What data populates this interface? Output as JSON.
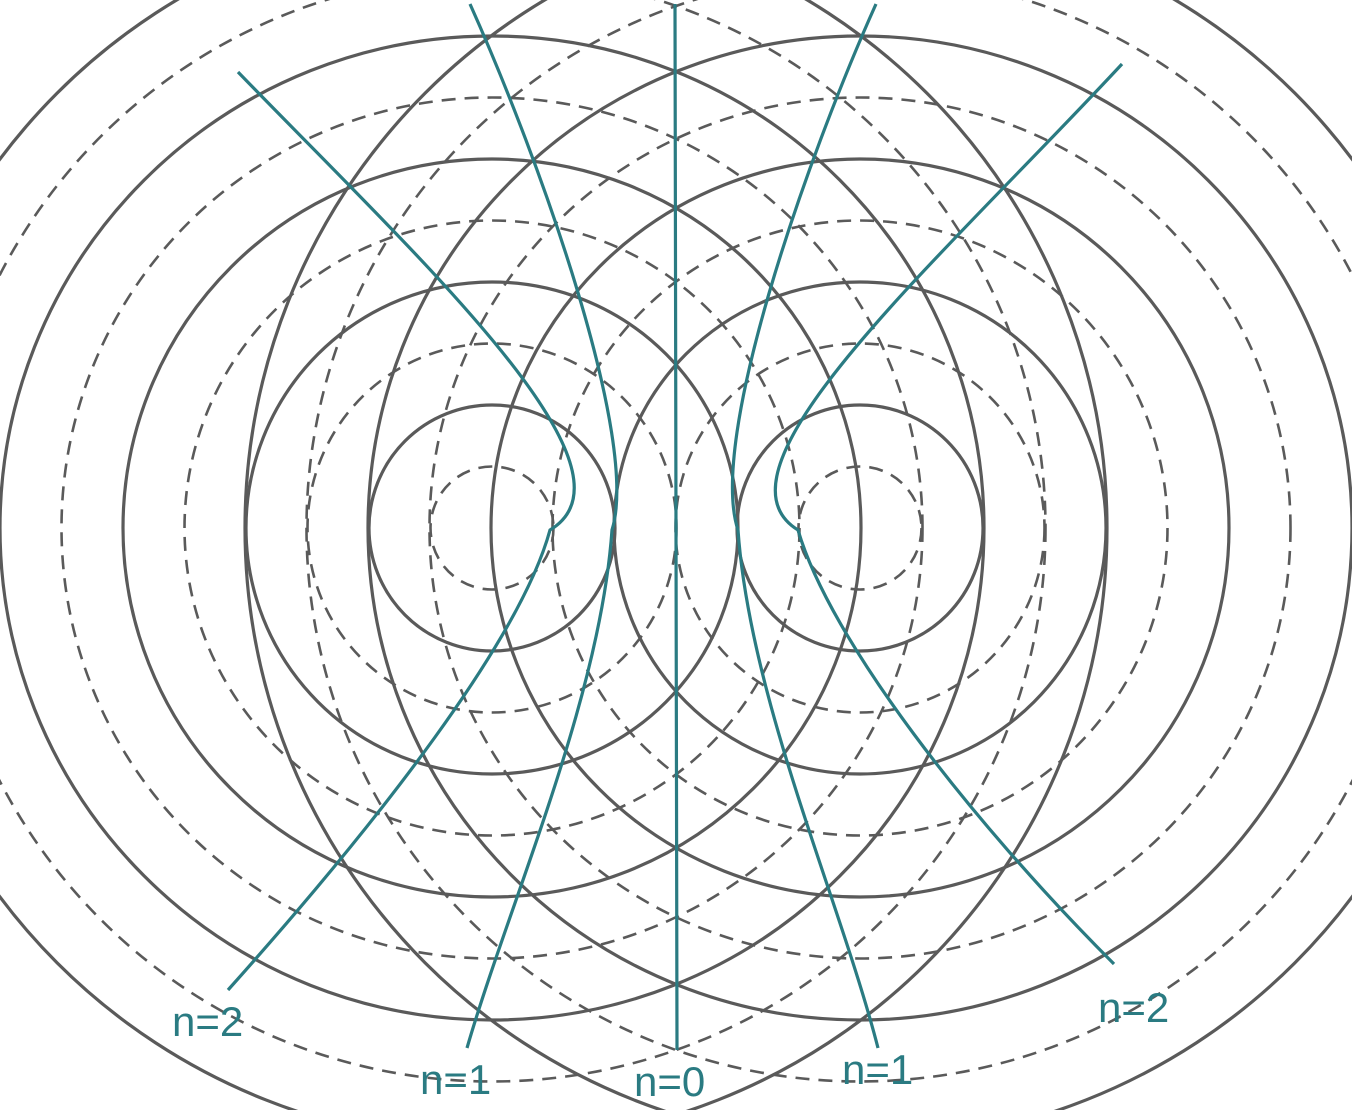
{
  "colors": {
    "wavefront": "#5a5a5a",
    "nodal_line": "#2a7b82",
    "background": "#ffffff"
  },
  "labels": {
    "left_n2": "n=2",
    "left_n1": "n=1",
    "center_n0": "n=0",
    "right_n1": "n=1",
    "right_n2": "n=2"
  }
}
